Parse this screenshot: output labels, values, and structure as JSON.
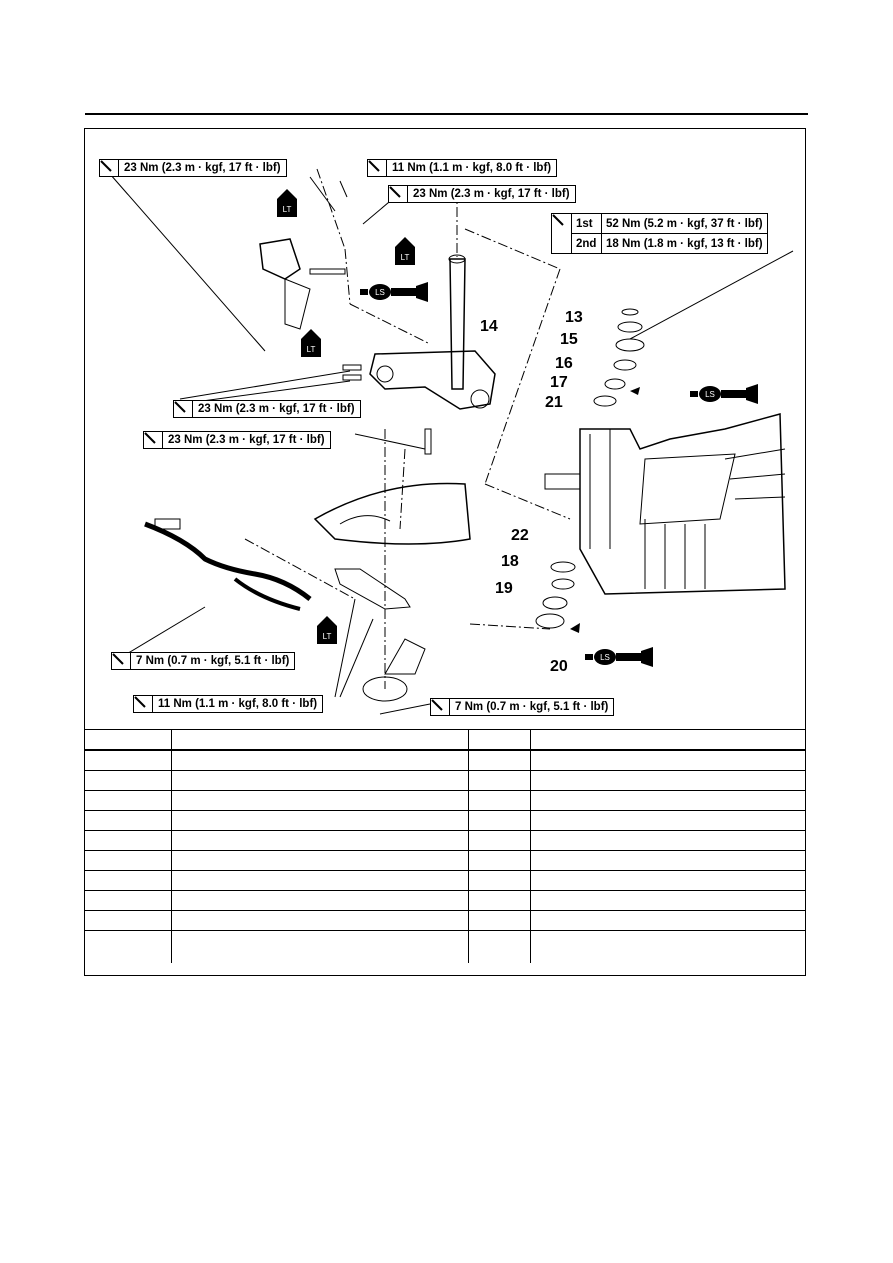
{
  "torque_specs": {
    "t1": "23 Nm (2.3 m · kgf, 17 ft · lbf)",
    "t2": "11 Nm (1.1 m · kgf, 8.0 ft · lbf)",
    "t3": "23 Nm (2.3 m · kgf, 17 ft · lbf)",
    "t4": "23 Nm (2.3 m · kgf, 17 ft · lbf)",
    "t5": "23 Nm (2.3 m · kgf, 17 ft · lbf)",
    "t6": "7 Nm (0.7 m · kgf, 5.1 ft · lbf)",
    "t7": "11 Nm (1.1 m · kgf, 8.0 ft · lbf)",
    "t8": "7 Nm (0.7 m · kgf, 5.1 ft · lbf)"
  },
  "two_stage": {
    "first_label": "1st",
    "first_value": "52 Nm (5.2 m · kgf, 37 ft · lbf)",
    "second_label": "2nd",
    "second_value": "18 Nm (1.8 m · kgf, 13 ft · lbf)"
  },
  "symbols": {
    "lt": "LT",
    "ls": "LS"
  },
  "callouts": {
    "c13": "13",
    "c14": "14",
    "c15": "15",
    "c16": "16",
    "c17": "17",
    "c18": "18",
    "c19": "19",
    "c20": "20",
    "c21": "21",
    "c22": "22"
  }
}
